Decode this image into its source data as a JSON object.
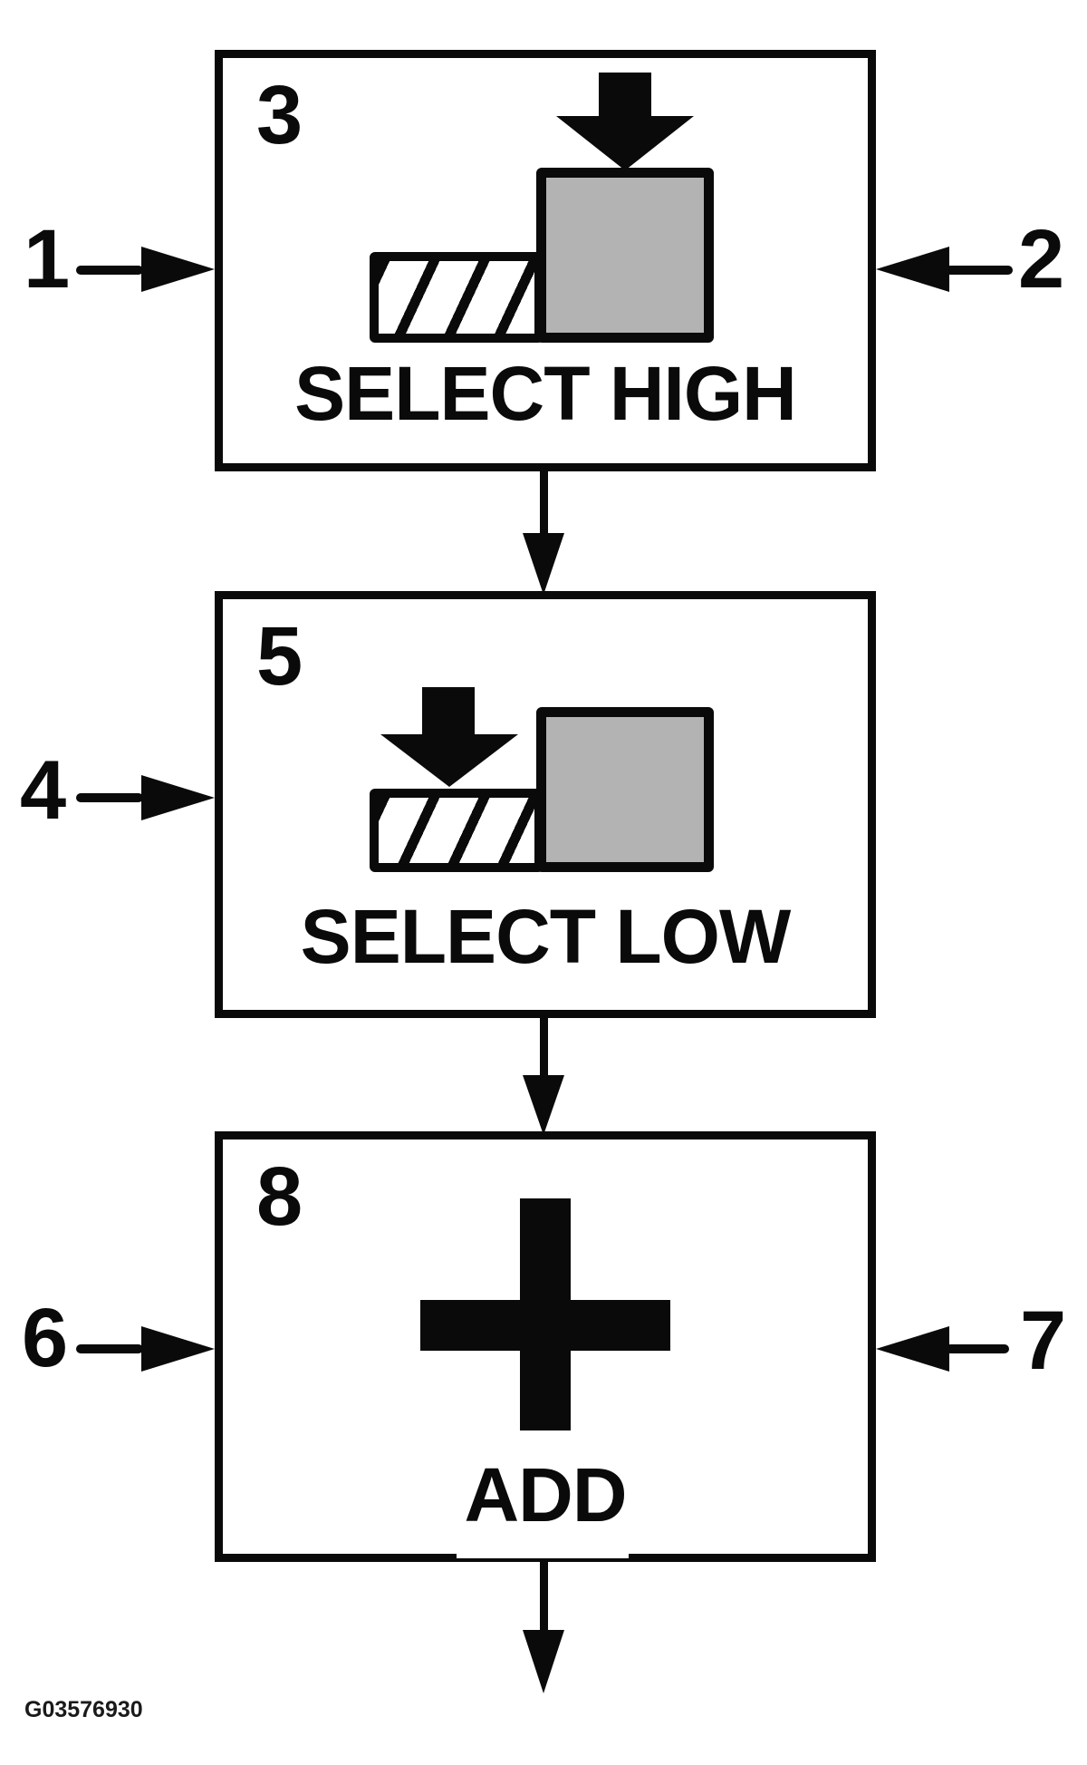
{
  "diagram": {
    "footer_code": "G03576930",
    "colors": {
      "line": "#0a0a0a",
      "block_gray": "#b3b3b3",
      "background": "#ffffff"
    },
    "steps": [
      {
        "number": "3",
        "label": "SELECT HIGH",
        "icon": "press-down-on-high-block-icon"
      },
      {
        "number": "5",
        "label": "SELECT LOW",
        "icon": "press-down-on-low-block-icon"
      },
      {
        "number": "8",
        "label": "ADD",
        "icon": "plus-icon"
      }
    ],
    "callouts": [
      {
        "label": "1",
        "side": "left"
      },
      {
        "label": "2",
        "side": "right"
      },
      {
        "label": "4",
        "side": "left"
      },
      {
        "label": "6",
        "side": "left"
      },
      {
        "label": "7",
        "side": "right"
      }
    ]
  }
}
